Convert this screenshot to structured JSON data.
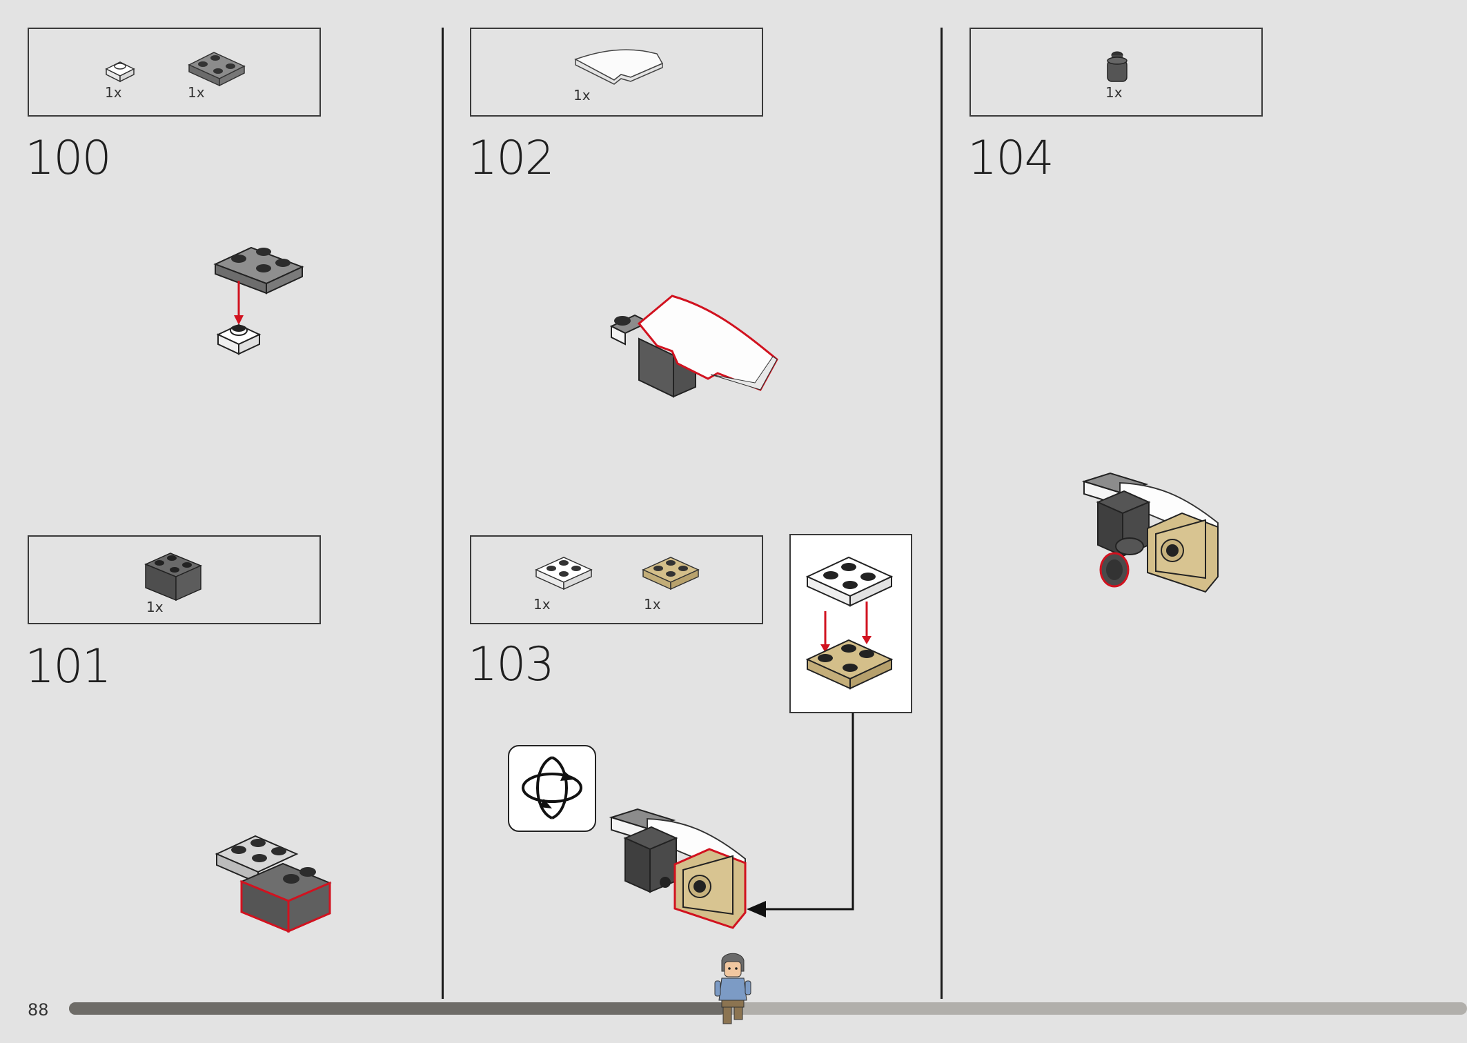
{
  "page": {
    "number": "88",
    "progress_fraction": 0.47
  },
  "columns": [
    {
      "steps": [
        {
          "number": "100",
          "parts": [
            {
              "qty": "1x",
              "part": "white-1x1-round-plate"
            },
            {
              "qty": "1x",
              "part": "gray-corner-plate"
            }
          ]
        },
        {
          "number": "101",
          "parts": [
            {
              "qty": "1x",
              "part": "dark-gray-corner-brick"
            }
          ]
        }
      ]
    },
    {
      "steps": [
        {
          "number": "102",
          "parts": [
            {
              "qty": "1x",
              "part": "white-curved-slope"
            }
          ]
        },
        {
          "number": "103",
          "parts": [
            {
              "qty": "1x",
              "part": "white-2x2-plate"
            },
            {
              "qty": "1x",
              "part": "tan-2x2-plate"
            }
          ]
        }
      ]
    },
    {
      "steps": [
        {
          "number": "104",
          "parts": [
            {
              "qty": "1x",
              "part": "dark-gray-round-brick"
            }
          ]
        }
      ]
    }
  ],
  "icons": {
    "rotate": "rotate-model-icon",
    "minifig": "minifigure-progress-icon"
  },
  "colors": {
    "added_outline": "#d1121f",
    "arrow": "#d1121f",
    "tan": "#d4bf8a",
    "dark_gray": "#5a5a5a",
    "light_gray": "#9c9c9c",
    "white": "#ffffff"
  }
}
